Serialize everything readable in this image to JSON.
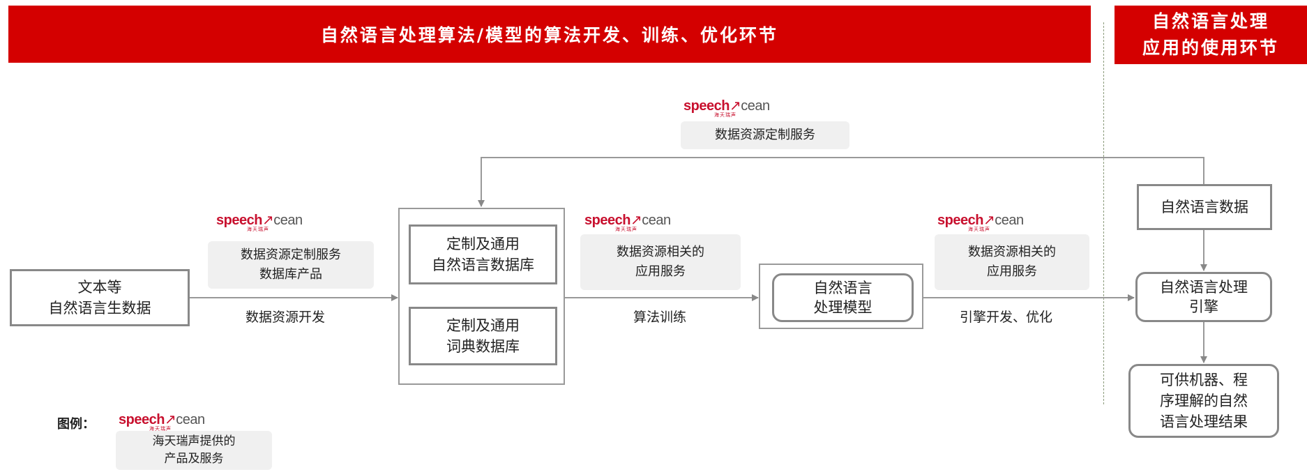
{
  "header": {
    "main_title": "自然语言处理算法/模型的算法开发、训练、优化环节",
    "side_title_line1": "自然语言处理",
    "side_title_line2": "应用的使用环节"
  },
  "logo": {
    "word_part1": "speech",
    "word_part2": "cean",
    "subtext": "海天瑞声"
  },
  "top_service": {
    "label": "数据资源定制服务"
  },
  "left_service": {
    "line1": "数据资源定制服务",
    "line2": "数据库产品"
  },
  "middle_service": {
    "line1": "数据资源相关的",
    "line2": "应用服务"
  },
  "right_service": {
    "line1": "数据资源相关的",
    "line2": "应用服务"
  },
  "nodes": {
    "text_data": {
      "line1": "文本等",
      "line2": "自然语言生数据"
    },
    "nl_database": {
      "line1": "定制及通用",
      "line2": "自然语言数据库"
    },
    "dict_database": {
      "line1": "定制及通用",
      "line2": "词典数据库"
    },
    "nlp_model": {
      "line1": "自然语言",
      "line2": "处理模型"
    },
    "nl_data": {
      "label": "自然语言数据"
    },
    "nlp_engine": {
      "line1": "自然语言处理",
      "line2": "引擎"
    },
    "result": {
      "line1": "可供机器、程",
      "line2": "序理解的自然",
      "line3": "语言处理结果"
    }
  },
  "edges": {
    "data_dev": "数据资源开发",
    "algo_training": "算法训练",
    "engine_dev": "引擎开发、优化"
  },
  "legend": {
    "title": "图例：",
    "line1": "海天瑞声提供的",
    "line2": "产品及服务"
  },
  "colors": {
    "banner_red": "#d40000",
    "brand_red": "#c8102e",
    "box_border": "#888888",
    "service_bg": "#f0f0f0"
  }
}
